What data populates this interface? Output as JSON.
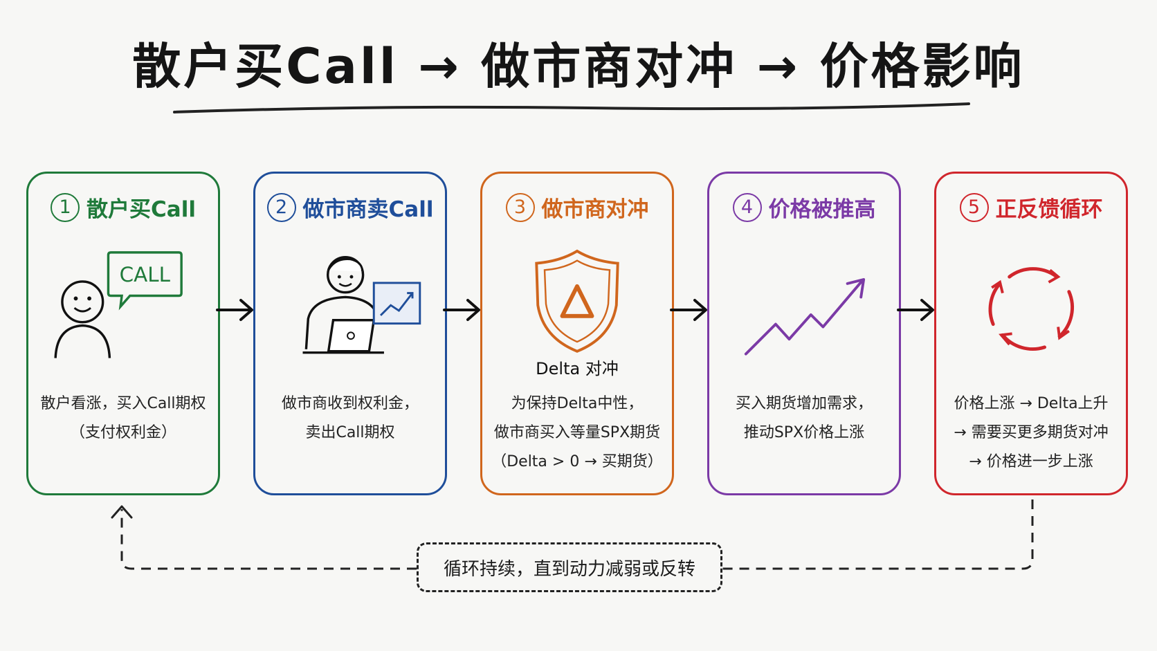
{
  "title": "散户买Call → 做市商对冲 → 价格影响",
  "steps": [
    {
      "number": "1",
      "heading": "散户买Call",
      "color": "#1f7a3a",
      "icon": "person-speech-bubble-icon",
      "bubble_text": "CALL",
      "desc": [
        "散户看涨，买入Call期权",
        "（支付权利金）"
      ]
    },
    {
      "number": "2",
      "heading": "做市商卖Call",
      "color": "#1f4e9a",
      "icon": "person-laptop-chart-icon",
      "desc": [
        "做市商收到权利金，",
        "卖出Call期权"
      ]
    },
    {
      "number": "3",
      "heading": "做市商对冲",
      "color": "#d0661d",
      "icon": "delta-shield-icon",
      "icon_caption": "Delta 对冲",
      "desc": [
        "为保持Delta中性，",
        "做市商买入等量SPX期货",
        "（Delta > 0 → 买期货）"
      ]
    },
    {
      "number": "4",
      "heading": "价格被推高",
      "color": "#7b3aa6",
      "icon": "rising-trend-icon",
      "desc": [
        "买入期货增加需求，",
        "推动SPX价格上涨"
      ]
    },
    {
      "number": "5",
      "heading": "正反馈循环",
      "color": "#d0262c",
      "icon": "cycle-arrows-icon",
      "desc": [
        "价格上涨 → Delta上升",
        "→ 需要买更多期货对冲",
        "→ 价格进一步上涨"
      ]
    }
  ],
  "loop_text": "循环持续，直到动力减弱或反转"
}
